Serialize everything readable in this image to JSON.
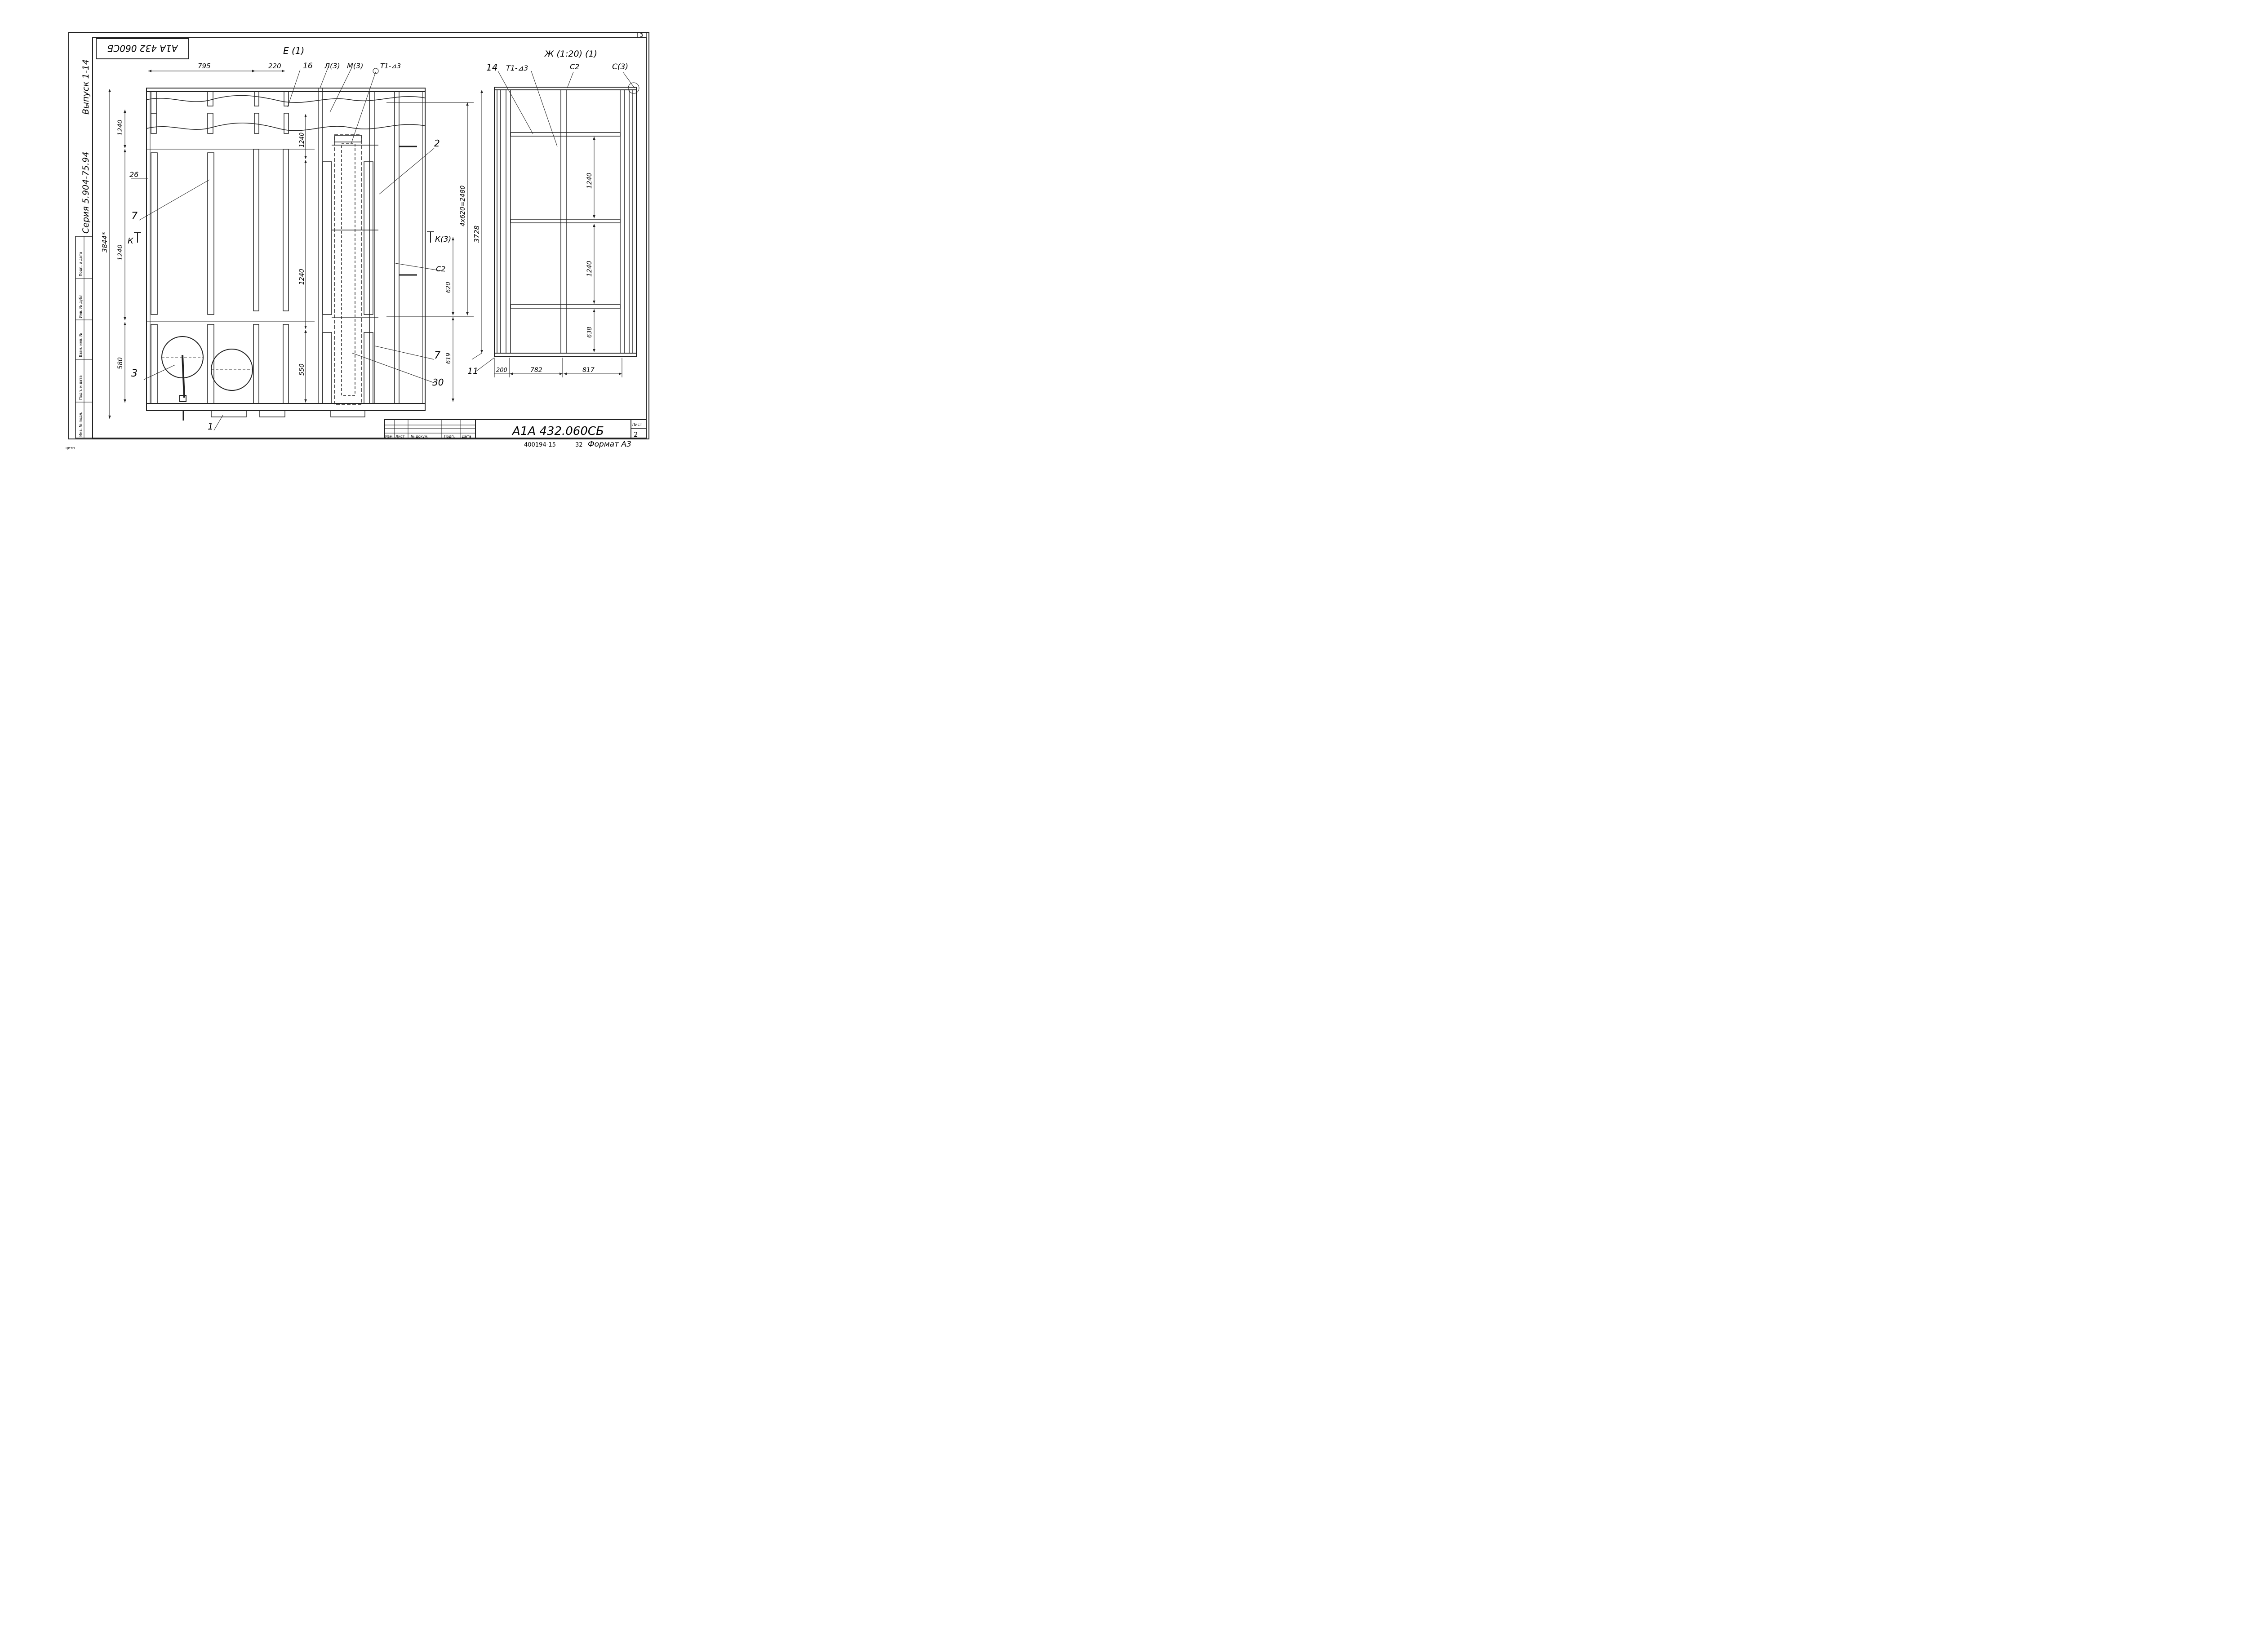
{
  "drawing": {
    "code": "А1А 432.060СБ",
    "code_rotated": "А1А 432 060СБ",
    "series": "Серия 5.904-75.94",
    "issue": "Выпуск 1-14",
    "sheet_label": "Лист",
    "sheet_number": "2",
    "corner_number": "3",
    "archive_number": "400194-15",
    "page_number": "32",
    "format": "Формат А3",
    "stamp": "ЦИТП"
  },
  "title_block": {
    "columns": [
      "Изм",
      "Лист",
      "№ докум.",
      "Подп.",
      "Дата"
    ]
  },
  "side_stamp": {
    "cells": [
      "Инв. № подл.",
      "Подп. и дата",
      "Взам. инв. №",
      "Инв. № дубл.",
      "Подп. и дата"
    ]
  },
  "views": {
    "left_title": "Е (1)",
    "right_title": "Ж (1:20) (1)"
  },
  "left_view": {
    "dims": {
      "d795": "795",
      "d220": "220",
      "d1240_top": "1240",
      "d1240_mid": "1240",
      "d580": "580",
      "d3844": "3844*",
      "d1240_inner_top": "1240",
      "d1240_inner_mid": "1240",
      "d550": "550",
      "d4x620": "4x620=2480",
      "d620": "620",
      "d619": "619"
    },
    "callouts": {
      "c16": "16",
      "cL3": "Л(3)",
      "cM3": "М(3)",
      "cT1": "Т1-⊿3",
      "c2": "2",
      "c26": "26",
      "c7_left": "7",
      "cK_left": "К",
      "cK3": "К(3)",
      "cC2": "С2",
      "c3": "3",
      "c7_right": "7",
      "c30": "30",
      "c1": "1"
    }
  },
  "right_view": {
    "dims": {
      "d3728": "3728",
      "d1240_a": "1240",
      "d1240_b": "1240",
      "d638": "638",
      "d200": "200",
      "d782": "782",
      "d817": "817"
    },
    "callouts": {
      "c14": "14",
      "cT1": "Т1-⊿3",
      "cC2": "С2",
      "cC3": "С(3)",
      "c11": "11"
    }
  }
}
